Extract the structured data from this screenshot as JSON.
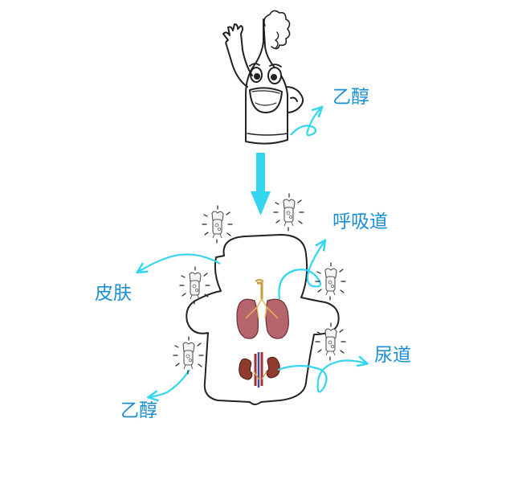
{
  "labels": {
    "ethanol_top": "乙醇",
    "respiratory": "呼吸道",
    "skin": "皮肤",
    "urinary": "尿道",
    "ethanol_bottom": "乙醇"
  },
  "colors": {
    "label": "#1a8fd6",
    "arrow": "#33d6ee",
    "outline": "#222222",
    "lung": "#b5656b",
    "kidney": "#8e3a2c"
  },
  "icons": {
    "character": "bottle-character-icon",
    "body": "body-silhouette-icon",
    "lungs": "lungs-icon",
    "kidneys": "kidneys-icon",
    "molecule": "ethanol-molecule-icon"
  }
}
